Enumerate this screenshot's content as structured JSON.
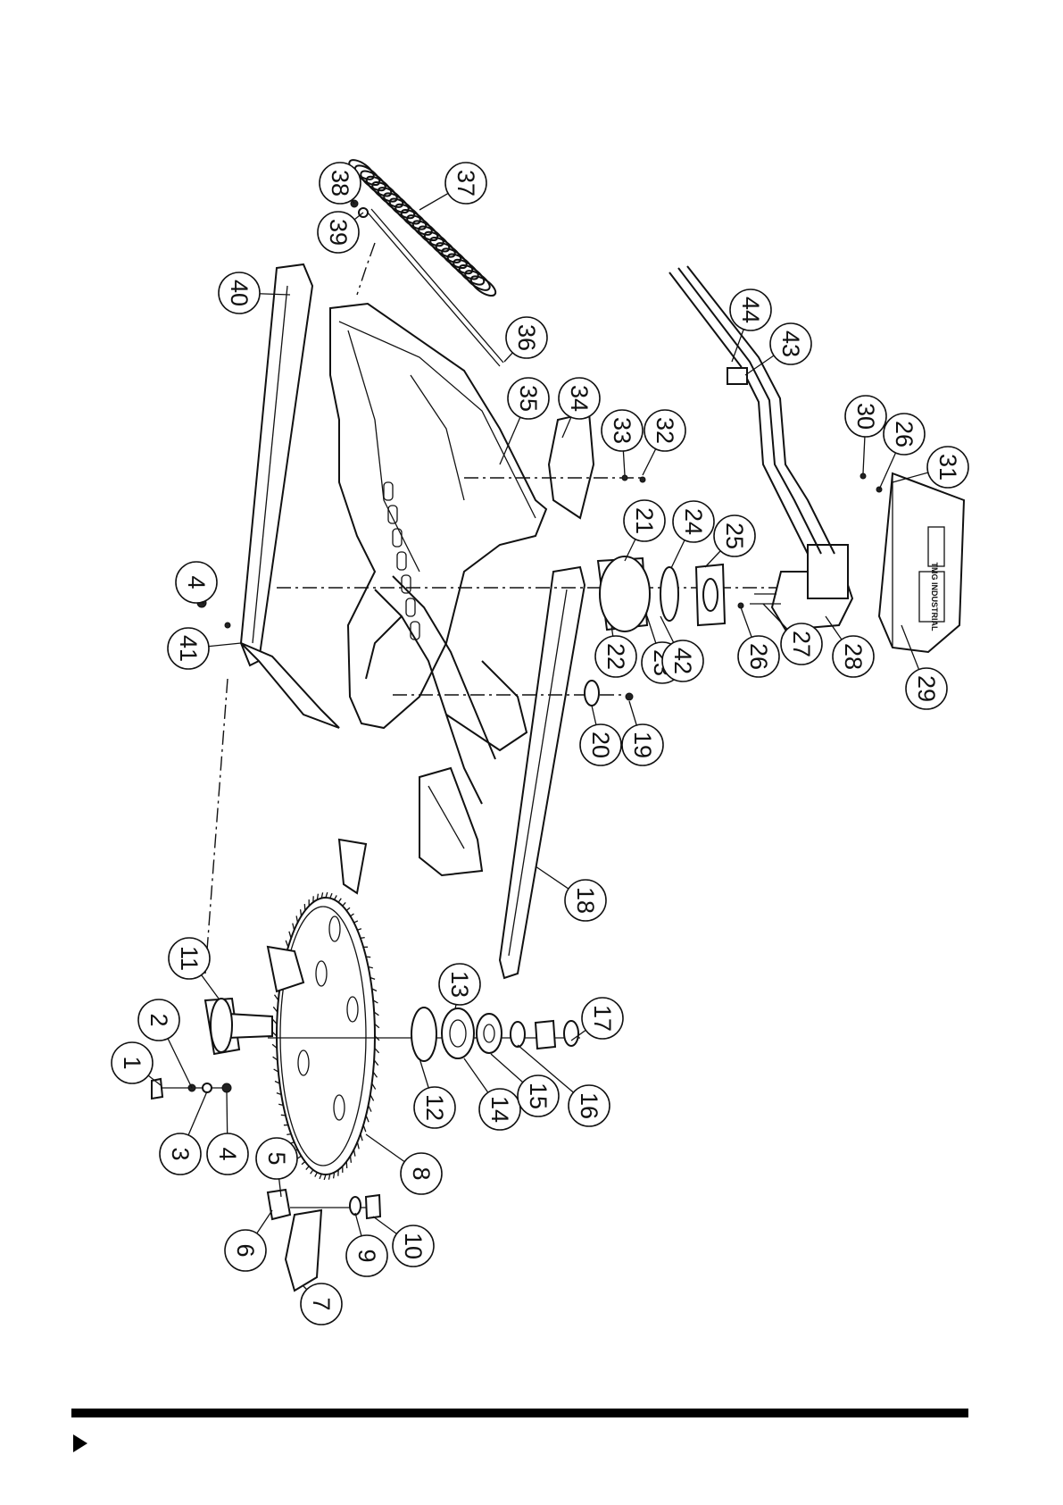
{
  "callouts": [
    {
      "id": "1",
      "label": "1"
    },
    {
      "id": "2",
      "label": "2"
    },
    {
      "id": "3",
      "label": "3"
    },
    {
      "id": "4a",
      "label": "4"
    },
    {
      "id": "4b",
      "label": "4"
    },
    {
      "id": "5",
      "label": "5"
    },
    {
      "id": "6",
      "label": "6"
    },
    {
      "id": "7",
      "label": "7"
    },
    {
      "id": "8",
      "label": "8"
    },
    {
      "id": "9",
      "label": "9"
    },
    {
      "id": "10",
      "label": "10"
    },
    {
      "id": "11",
      "label": "11"
    },
    {
      "id": "12",
      "label": "12"
    },
    {
      "id": "13",
      "label": "13"
    },
    {
      "id": "14",
      "label": "14"
    },
    {
      "id": "15",
      "label": "15"
    },
    {
      "id": "16",
      "label": "16"
    },
    {
      "id": "17",
      "label": "17"
    },
    {
      "id": "18",
      "label": "18"
    },
    {
      "id": "19",
      "label": "19"
    },
    {
      "id": "20",
      "label": "20"
    },
    {
      "id": "21",
      "label": "21"
    },
    {
      "id": "22",
      "label": "22"
    },
    {
      "id": "23",
      "label": "23"
    },
    {
      "id": "24",
      "label": "24"
    },
    {
      "id": "25",
      "label": "25"
    },
    {
      "id": "26a",
      "label": "26"
    },
    {
      "id": "26b",
      "label": "26"
    },
    {
      "id": "27",
      "label": "27"
    },
    {
      "id": "28",
      "label": "28"
    },
    {
      "id": "29",
      "label": "29"
    },
    {
      "id": "30",
      "label": "30"
    },
    {
      "id": "31",
      "label": "31"
    },
    {
      "id": "32",
      "label": "32"
    },
    {
      "id": "33",
      "label": "33"
    },
    {
      "id": "34",
      "label": "34"
    },
    {
      "id": "35",
      "label": "35"
    },
    {
      "id": "36",
      "label": "36"
    },
    {
      "id": "37",
      "label": "37"
    },
    {
      "id": "38",
      "label": "38"
    },
    {
      "id": "39",
      "label": "39"
    },
    {
      "id": "40",
      "label": "40"
    },
    {
      "id": "41",
      "label": "41"
    },
    {
      "id": "42",
      "label": "42"
    },
    {
      "id": "43",
      "label": "43"
    },
    {
      "id": "44",
      "label": "44"
    }
  ],
  "logo_text": "TMG INDUSTRIAL",
  "colors": {
    "ink": "#111111",
    "background": "#ffffff",
    "footer_bar": "#000000"
  },
  "icons": {
    "footer_marker": "triangle-right-icon"
  }
}
